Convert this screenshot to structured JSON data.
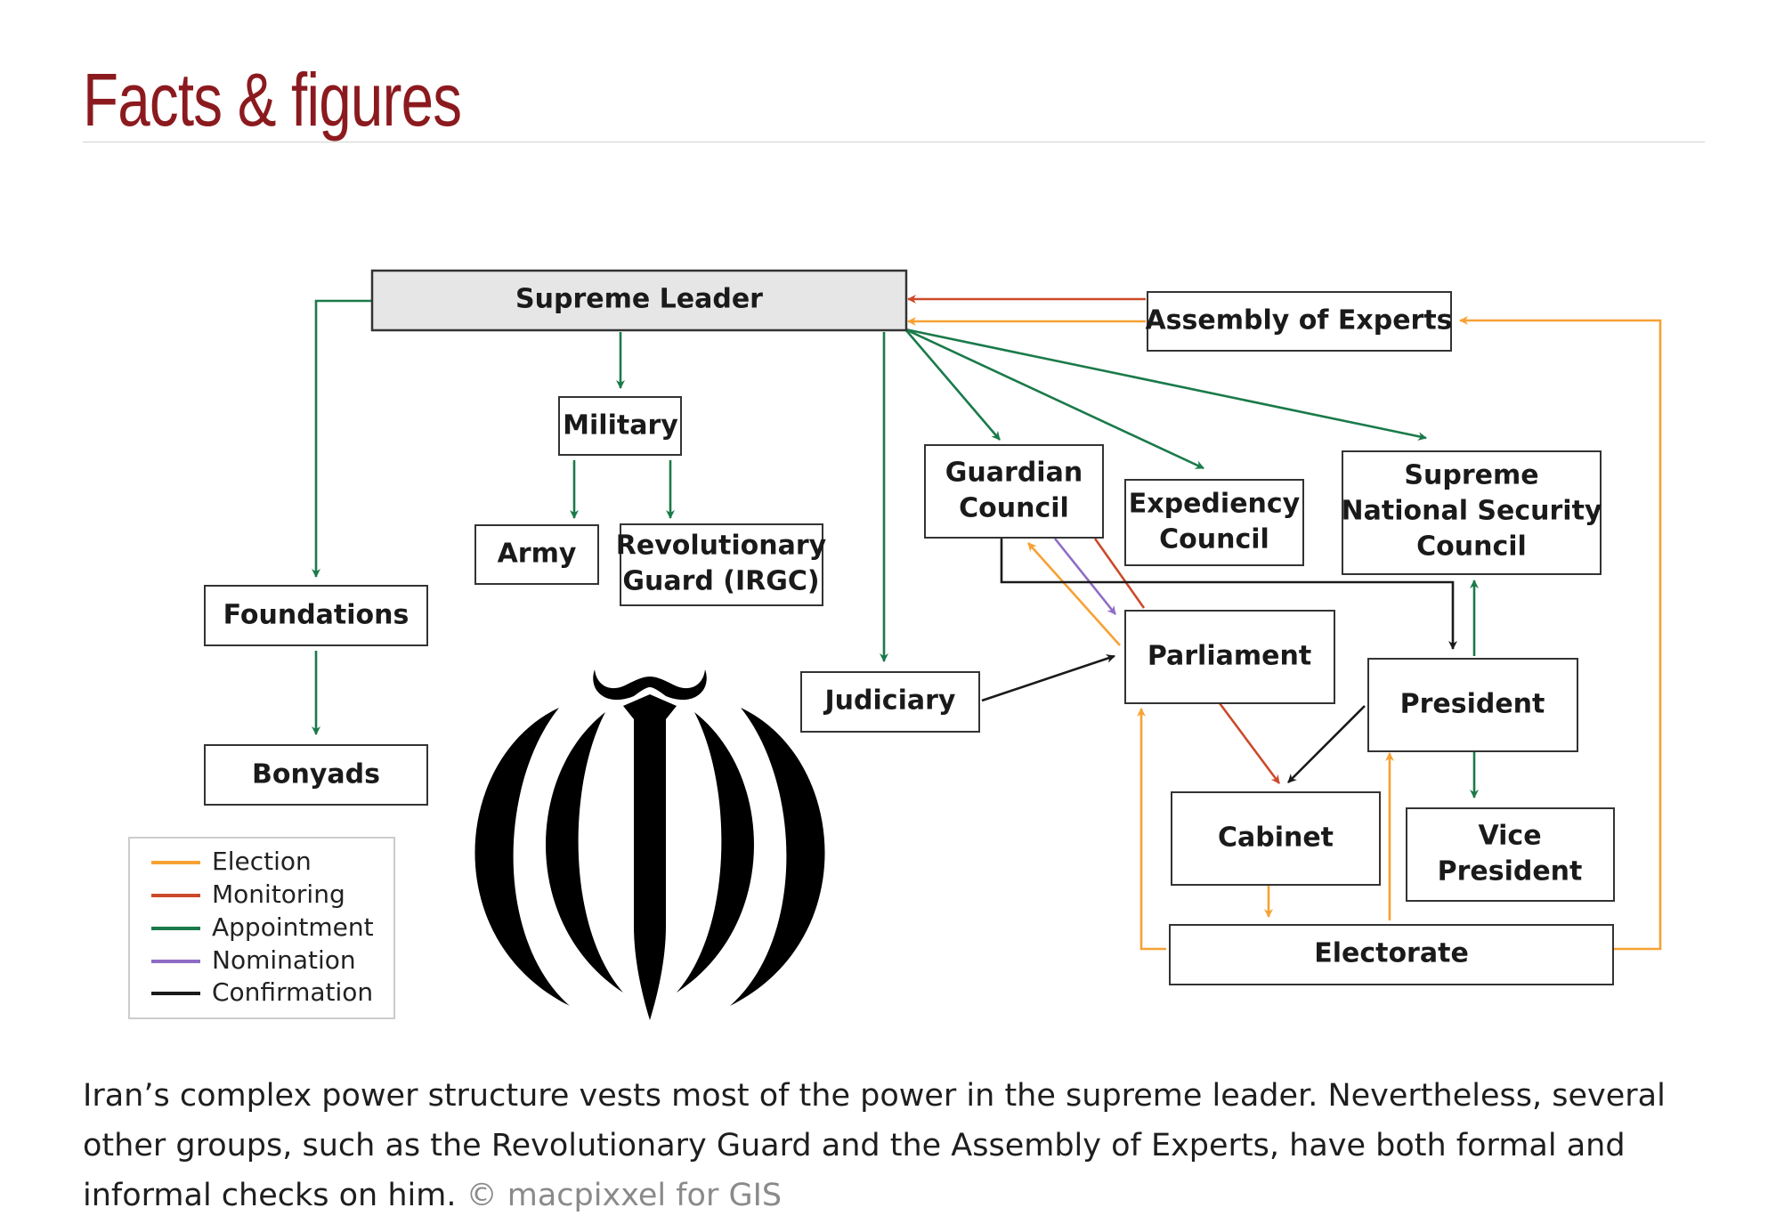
{
  "page": {
    "heading": "Facts & figures",
    "caption": "Iran’s complex power structure vests most of the power in the supreme leader. Nevertheless, several other groups, such as the Revolutionary Guard and the Assembly of Experts, have both formal and informal checks on him.",
    "credit": "© macpixxel for GIS"
  },
  "diagram": {
    "nodes": {
      "supreme_leader": "Supreme Leader",
      "assembly_of_experts": "Assembly of Experts",
      "military": "Military",
      "army": "Army",
      "irgc_line1": "Revolutionary",
      "irgc_line2": "Guard (IRGC)",
      "guardian_line1": "Guardian",
      "guardian_line2": "Council",
      "expediency_line1": "Expediency",
      "expediency_line2": "Council",
      "snsc_line1": "Supreme",
      "snsc_line2": "National Security",
      "snsc_line3": "Council",
      "foundations": "Foundations",
      "bonyads": "Bonyads",
      "judiciary": "Judiciary",
      "parliament": "Parliament",
      "president": "President",
      "cabinet": "Cabinet",
      "vice_line1": "Vice",
      "vice_line2": "President",
      "electorate": "Electorate"
    },
    "legend": [
      {
        "label": "Election",
        "color": "#f7a133"
      },
      {
        "label": "Monitoring",
        "color": "#cc4a2a"
      },
      {
        "label": "Appointment",
        "color": "#1a7a4a"
      },
      {
        "label": "Nomination",
        "color": "#8e6cc4"
      },
      {
        "label": "Confirmation",
        "color": "#1a1a1a"
      }
    ],
    "emblem": "emblem-of-iran-icon"
  }
}
